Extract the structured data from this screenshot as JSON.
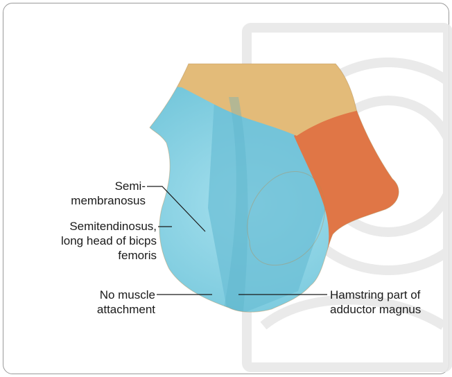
{
  "labels": {
    "semimembranosus": "Semi-\nmembranosus",
    "semitendinosus": "Semitendinosus,\nlong head of bicps\nfemoris",
    "no_muscle": "No muscle\nattachment",
    "adductor": "Hamstring part of\nadductor magnus"
  },
  "colors": {
    "semimembranosus_region": "#6ec4da",
    "semitendinosus_region": "#7fd0e4",
    "adductor_region": "#e07646",
    "no_muscle_region": "#e3bb79",
    "leader_line": "#1a1a1a"
  }
}
